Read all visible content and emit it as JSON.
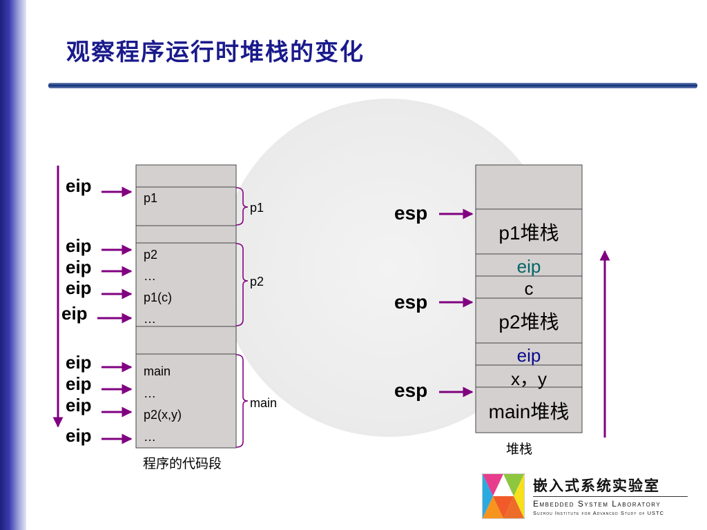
{
  "title": "观察程序运行时堆栈的变化",
  "code_segment": {
    "caption": "程序的代码段",
    "blocks": [
      {
        "lines": [
          "p1"
        ],
        "brace_label": "p1"
      },
      {
        "lines": [
          "p2",
          "…",
          "p1(c)",
          "…"
        ],
        "brace_label": "p2"
      },
      {
        "lines": [
          "main",
          "…",
          "p2(x,y)",
          "…"
        ],
        "brace_label": "main"
      }
    ],
    "eip_pointer_label": "eip"
  },
  "stack": {
    "caption": "堆栈",
    "cells": [
      "",
      "p1堆栈",
      "eip",
      "c",
      "p2堆栈",
      "eip",
      "x，y",
      "main堆栈"
    ],
    "esp_pointer_label": "esp"
  },
  "logo": {
    "cn": "嵌入式系统实验室",
    "en": "Embedded System Laboratory",
    "sub": "Suzhou Institute for Advanced Study of USTC"
  },
  "colors": {
    "title": "#1a1a8c",
    "arrow": "#800080",
    "box_fill": "#d4d0cf",
    "text": "#000000",
    "stack_eip": "#006666"
  }
}
